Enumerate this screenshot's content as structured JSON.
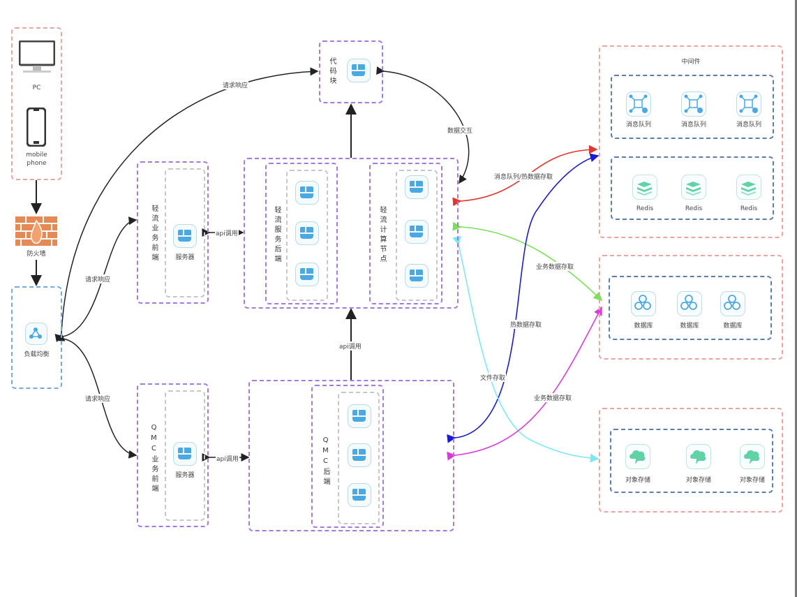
{
  "clients": {
    "pc_label": "PC",
    "mobile_label_1": "mobile",
    "mobile_label_2": "phone"
  },
  "firewall": {
    "label": "防火墙"
  },
  "load_balancer": {
    "label": "负载均衡"
  },
  "code_block": {
    "label": "代码块"
  },
  "light_frontend": {
    "label": "轻流业务前端",
    "server_label": "服务器"
  },
  "light_backend": {
    "label": "轻流服务后端"
  },
  "light_compute": {
    "label": "轻流计算节点"
  },
  "qmc_frontend": {
    "label": "QMC业务前端",
    "server_label": "服务器"
  },
  "qmc_backend": {
    "label": "QMC后端"
  },
  "middleware": {
    "title": "中间件",
    "mq_items": [
      "消息队列",
      "消息队列",
      "消息队列"
    ],
    "redis_items": [
      "Redis",
      "Redis",
      "Redis"
    ]
  },
  "database": {
    "items": [
      "数据库",
      "数据库",
      "数据库"
    ]
  },
  "object_storage": {
    "items": [
      "对象存储",
      "对象存储",
      "对象存储"
    ]
  },
  "edges": {
    "lb_to_code": "请求响应",
    "lb_to_light_front": "请求响应",
    "lb_to_qmc_front": "请求响应",
    "light_api": "api调用",
    "qmc_api": "api调用",
    "qmc_to_light": "api调用",
    "code_data": "数据交互",
    "mq_hot": "消息队列/热数据存取",
    "biz_data_1": "业务数据存取",
    "hot_data": "热数据存取",
    "file_access": "文件存取",
    "biz_data_2": "业务数据存取"
  },
  "colors": {
    "red_edge": "#e0362c",
    "blue_edge": "#1a1ad6",
    "green_edge": "#7ae05a",
    "cyan_edge": "#7ee8ee",
    "magenta_edge": "#d93ad9",
    "black_edge": "#222222"
  }
}
